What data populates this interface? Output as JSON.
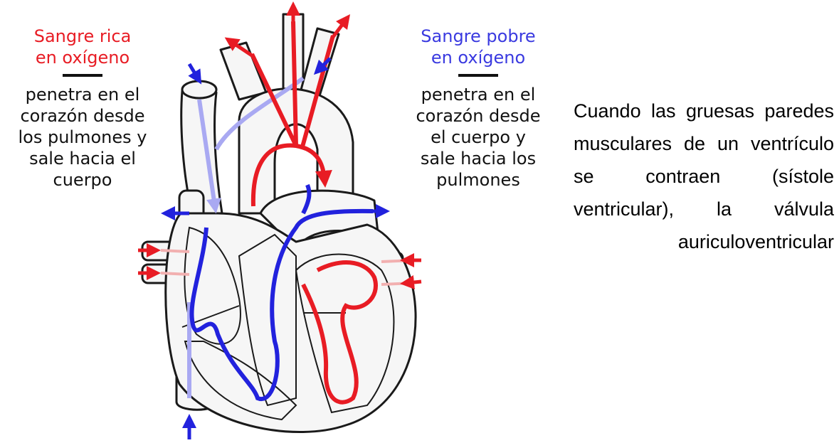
{
  "left_caption": {
    "title": [
      "Sangre rica",
      "en oxígeno"
    ],
    "body": [
      "penetra en el",
      "corazón desde",
      "los pulmones y",
      "sale hacia el",
      "cuerpo"
    ]
  },
  "right_caption": {
    "title": [
      "Sangre pobre",
      "en oxígeno"
    ],
    "body": [
      "penetra en el",
      "corazón desde",
      "el cuerpo y",
      "sale hacia los",
      "pulmones"
    ]
  },
  "paragraph": "Cuando las gruesas paredes musculares de un ventrículo se contraen (sístole ventricular), la válvula auriculoventricular",
  "colors": {
    "oxygen_rich": "#e81c24",
    "oxygen_poor": "#2222dd",
    "oxygen_poor_light": "#a9a9f2",
    "outline": "#1a1a1a"
  },
  "icons": [
    "heart-diagram",
    "arrow-icon"
  ]
}
